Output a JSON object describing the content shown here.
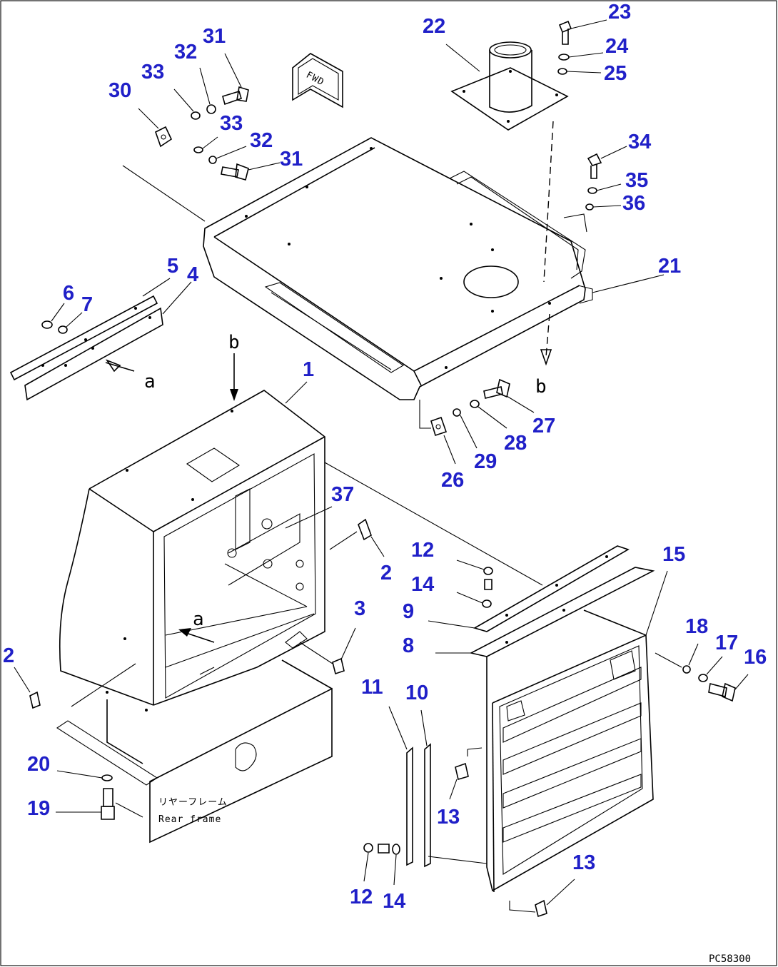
{
  "diagram": {
    "callouts": {
      "c1": "1",
      "c2a": "2",
      "c2b": "2",
      "c3": "3",
      "c4": "4",
      "c5": "5",
      "c6": "6",
      "c7": "7",
      "c8": "8",
      "c9": "9",
      "c10": "10",
      "c11": "11",
      "c12a": "12",
      "c12b": "12",
      "c13a": "13",
      "c13b": "13",
      "c14a": "14",
      "c14b": "14",
      "c15": "15",
      "c16": "16",
      "c17": "17",
      "c18": "18",
      "c19": "19",
      "c20": "20",
      "c21": "21",
      "c22": "22",
      "c23": "23",
      "c24": "24",
      "c25": "25",
      "c26": "26",
      "c27": "27",
      "c28": "28",
      "c29": "29",
      "c30": "30",
      "c31a": "31",
      "c31b": "31",
      "c32a": "32",
      "c32b": "32",
      "c33a": "33",
      "c33b": "33",
      "c34": "34",
      "c35": "35",
      "c36": "36",
      "c37": "37"
    },
    "view_markers": {
      "a_top": "a",
      "a_bottom": "a",
      "b_top": "b",
      "b_bottom": "b"
    },
    "forward_tag": "FWD",
    "rear_frame_jp": "リヤーフレーム",
    "rear_frame_en": "Rear frame",
    "drawing_code": "PC58300"
  },
  "colors": {
    "callout": "#2020c8",
    "linework": "#000000"
  }
}
